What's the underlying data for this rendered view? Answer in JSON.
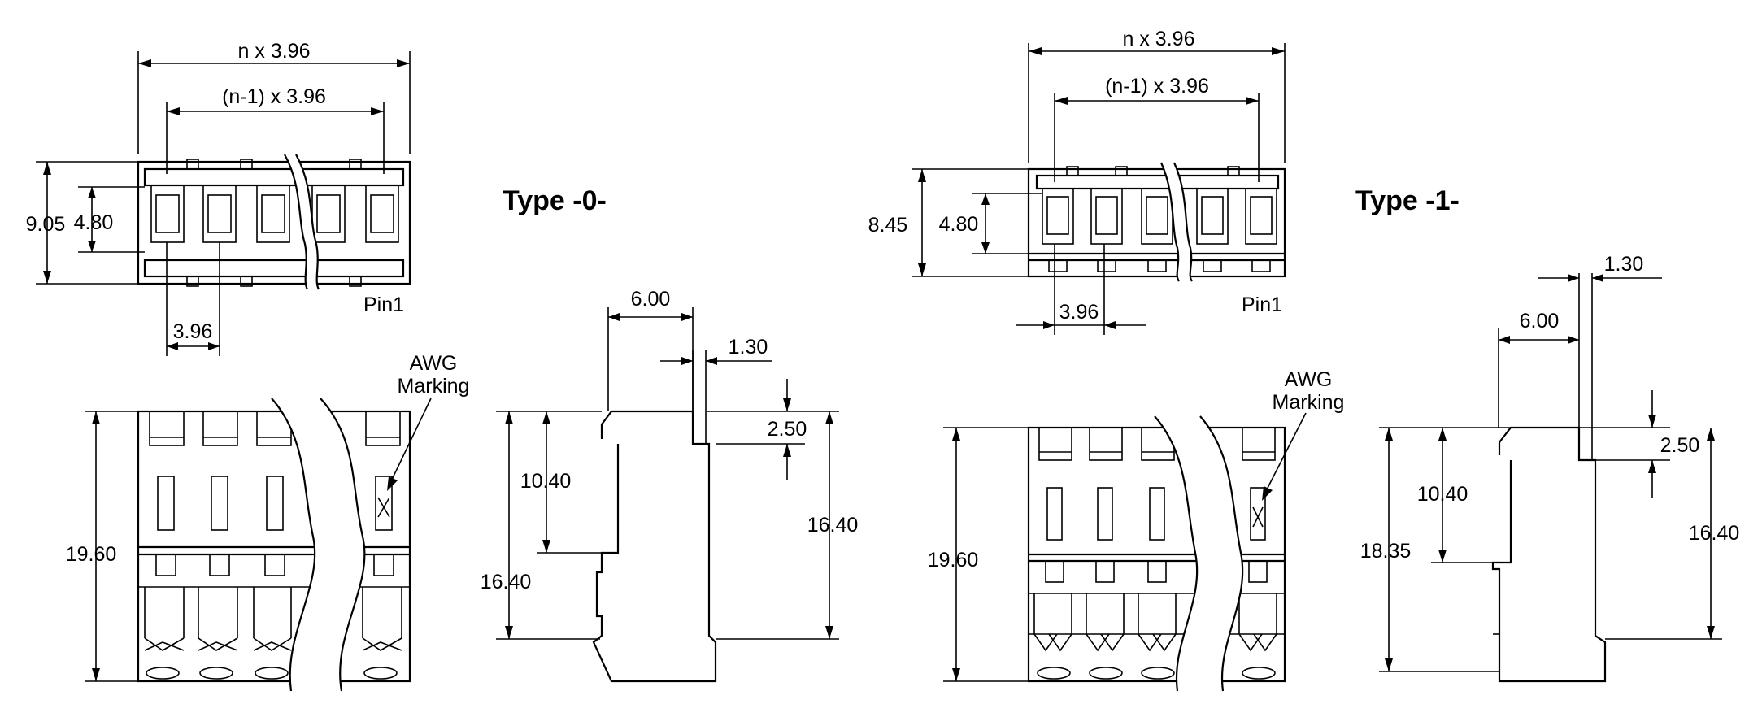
{
  "type0": {
    "title": "Type -0-",
    "pitch_total": "n x 3.96",
    "pitch_inner": "(n-1) x 3.96",
    "pitch": "3.96",
    "top_height": "9.05",
    "top_inner": "4.80",
    "pin1": "Pin1",
    "awg_line1": "AWG",
    "awg_line2": "Marking",
    "awg_mark": "X",
    "front_height": "19.60",
    "side_width": "6.00",
    "side_thickness": "1.30",
    "side_step": "2.50",
    "side_upper": "10.40",
    "side_lower": "16.40",
    "side_right": "16.40"
  },
  "type1": {
    "title": "Type -1-",
    "pitch_total": "n x 3.96",
    "pitch_inner": "(n-1) x 3.96",
    "pitch": "3.96",
    "top_height": "8.45",
    "top_inner": "4.80",
    "pin1": "Pin1",
    "awg_line1": "AWG",
    "awg_line2": "Marking",
    "awg_mark": "X",
    "front_height": "19.60",
    "side_width": "6.00",
    "side_thickness": "1.30",
    "side_step": "2.50",
    "side_upper": "10.40",
    "side_total": "18.35",
    "side_right": "16.40"
  }
}
